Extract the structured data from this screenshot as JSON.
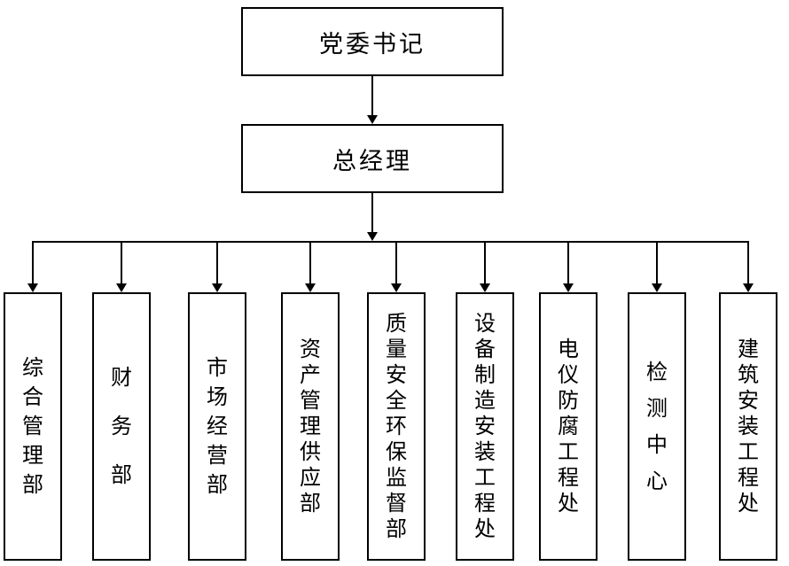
{
  "org_chart": {
    "title": "organization-chart",
    "top": {
      "label": "党委书记"
    },
    "middle": {
      "label": "总经理"
    },
    "departments": [
      {
        "label": "综合管理部"
      },
      {
        "label": "财务部"
      },
      {
        "label": "市场经营部"
      },
      {
        "label": "资产管理供应部"
      },
      {
        "label": "质量安全环保监督部"
      },
      {
        "label": "设备制造安装工程处"
      },
      {
        "label": "电仪防腐工程处"
      },
      {
        "label": "检测中心"
      },
      {
        "label": "建筑安装工程处"
      }
    ],
    "colors": {
      "line": "#000000",
      "background": "#ffffff",
      "text": "#000000"
    }
  }
}
